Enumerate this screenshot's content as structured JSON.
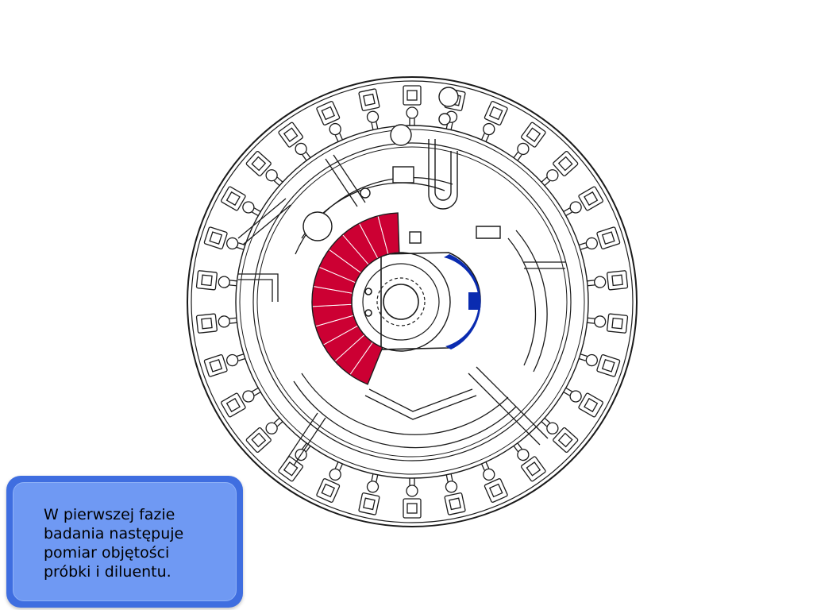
{
  "caption": {
    "line1": "W pierwszej fazie",
    "line2": "badania następuje",
    "line3": "pomiar objętości",
    "line4": "próbki i diluentu."
  },
  "colors": {
    "background": "#ffffff",
    "outline": "#1a1a1a",
    "sample_chamber": "#cc0033",
    "diluent_chamber": "#0a2bb0",
    "caption_frame": "#3f6ee0",
    "caption_fill": "#6f99f3"
  }
}
